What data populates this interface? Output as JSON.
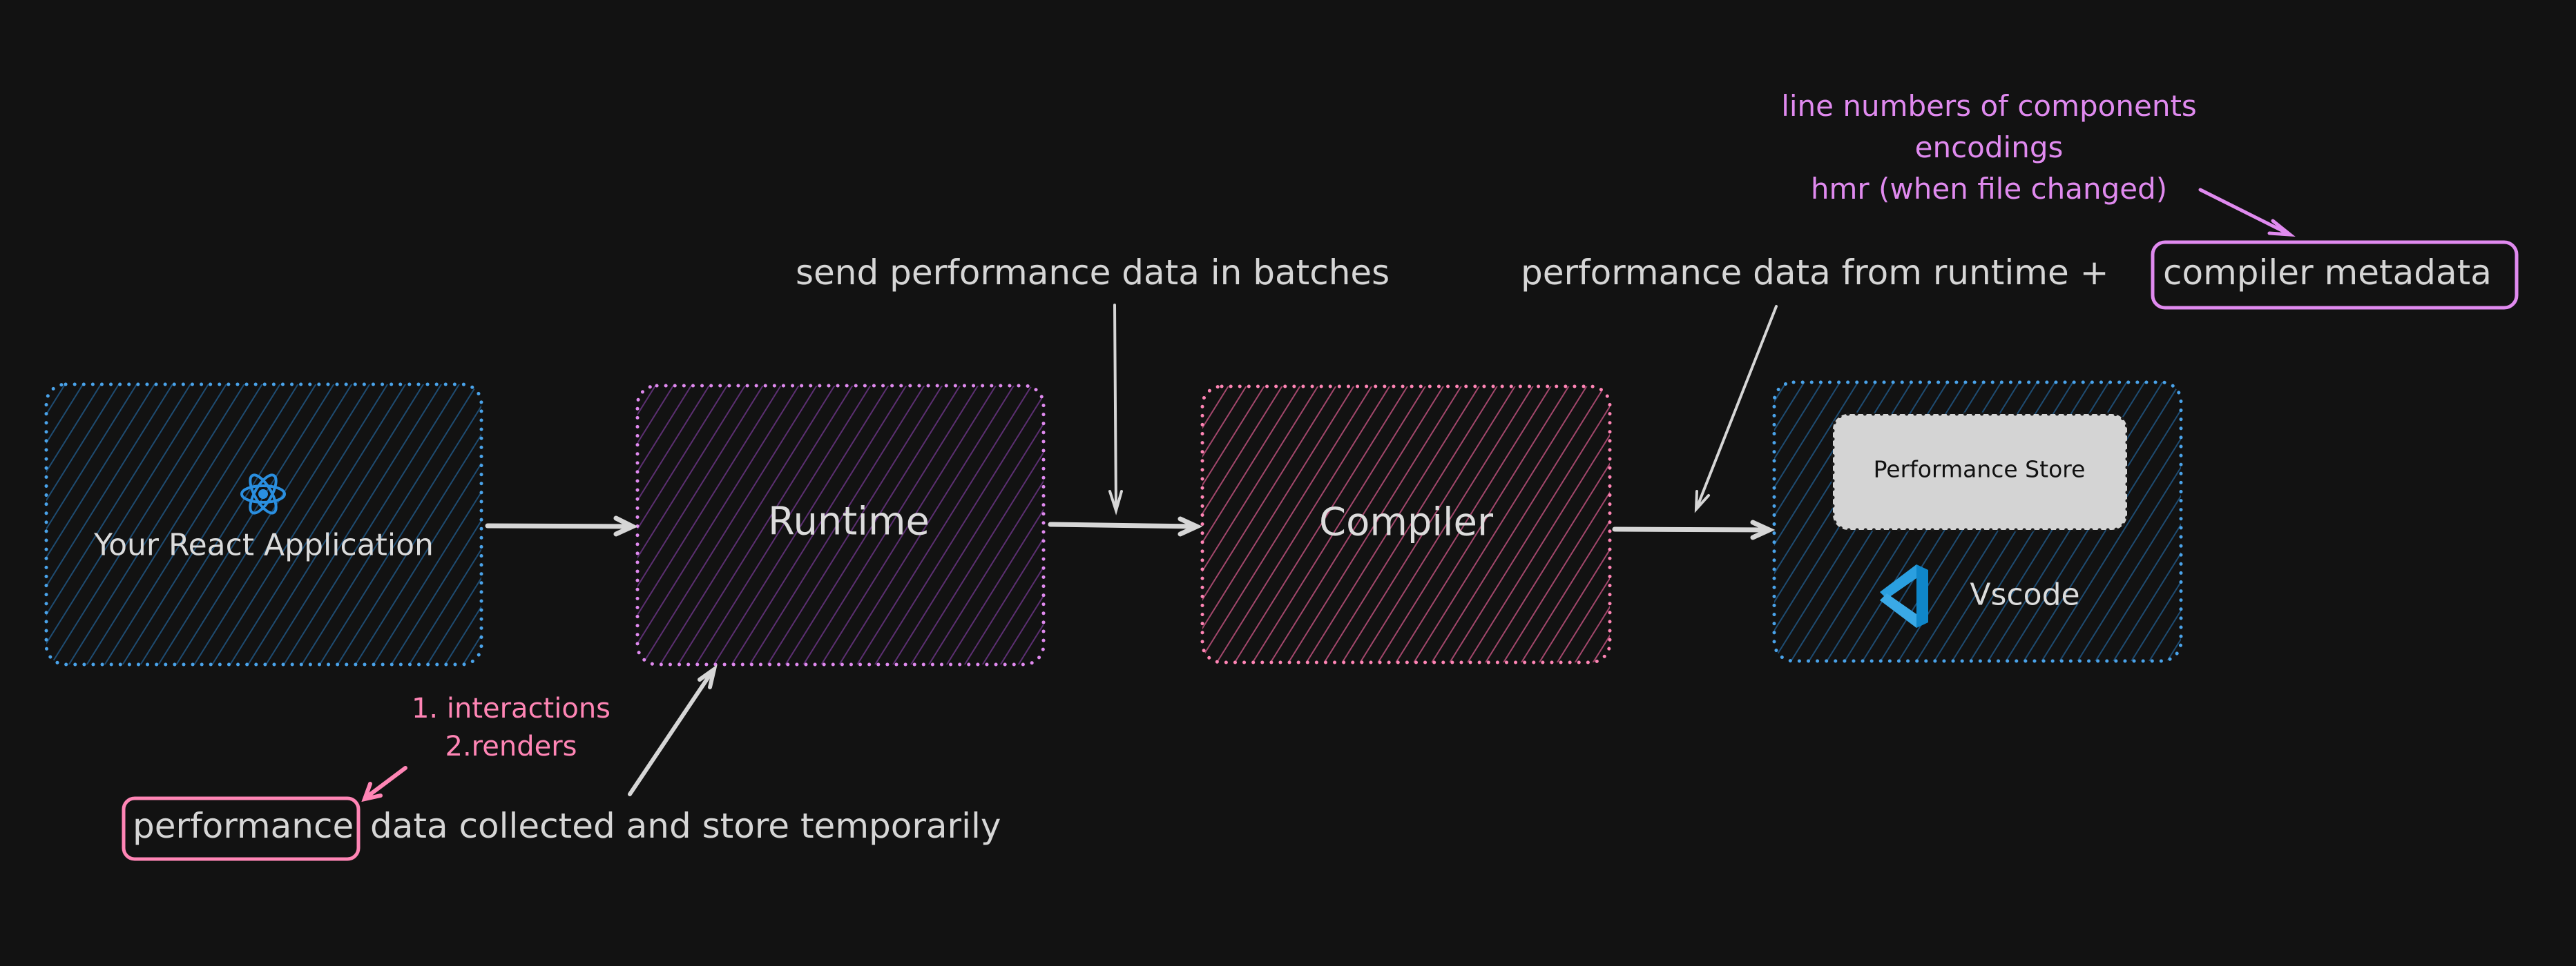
{
  "colors": {
    "background": "#121212",
    "text": "#d6d6d6",
    "blue_stroke": "#4aa3ea",
    "blue_hatch": "#1e4c72",
    "purple_stroke": "#e08aef",
    "purple_hatch": "#5c2f72",
    "pink_stroke": "#ff85b5",
    "pink_hatch": "#a3476c",
    "annotation_purple": "#e08aef",
    "annotation_pink": "#ff85b5",
    "store_fill": "#d4d4d4",
    "store_text": "#111111",
    "react_blue": "#2a8fe0",
    "vscode_blue": "#2196d8"
  },
  "nodes": {
    "react_app": {
      "label": "Your React Application",
      "icon": "react-atom-icon"
    },
    "runtime": {
      "label": "Runtime"
    },
    "compiler": {
      "label": "Compiler"
    },
    "vscode": {
      "label": "Vscode",
      "icon": "vscode-logo-icon",
      "store": {
        "label": "Performance Store"
      }
    }
  },
  "annotations": {
    "batches": {
      "text": "send performance data in batches"
    },
    "runtime_plus_metadata": {
      "prefix": "performance data from runtime +",
      "highlight": "compiler metadata"
    },
    "metadata_details": {
      "lines": [
        "line numbers of components",
        "encodings",
        "hmr (when file changed)"
      ]
    },
    "collected": {
      "highlight": "performance",
      "suffix": "data collected and store temporarily"
    },
    "performance_details": {
      "lines": [
        "1. interactions",
        "2.renders"
      ]
    }
  }
}
